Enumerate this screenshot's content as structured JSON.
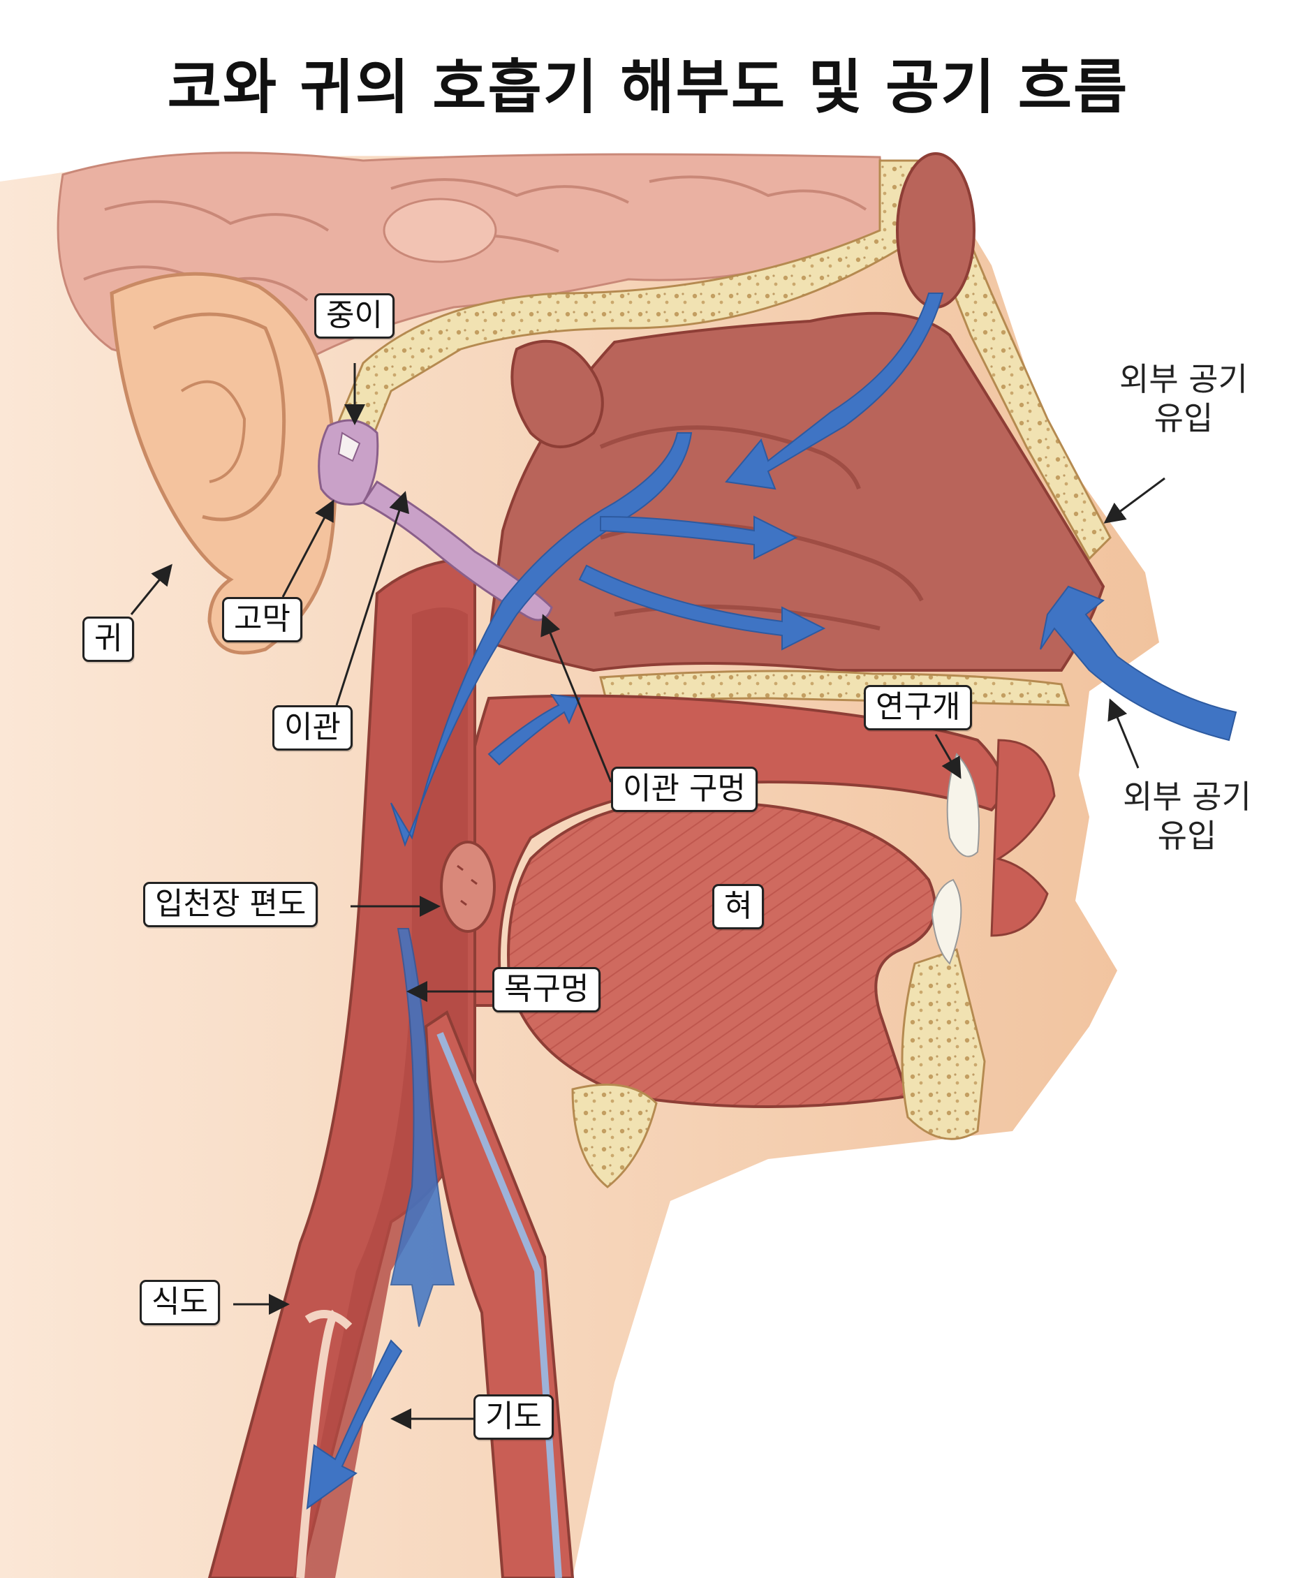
{
  "title": "코와 귀의 호흡기 해부도 및 공기 흐름",
  "labels": {
    "middle_ear": "중이",
    "eardrum": "고막",
    "ear": "귀",
    "eustachian_tube": "이관",
    "eustachian_opening": "이관 구멍",
    "soft_palate": "연구개",
    "tongue": "혀",
    "palatine_tonsil": "입천장 편도",
    "throat_opening": "목구멍",
    "esophagus": "식도",
    "trachea": "기도",
    "air_inflow_nose_line1": "외부 공기",
    "air_inflow_nose_line2": "유입",
    "air_inflow_mouth_line1": "외부 공기",
    "air_inflow_mouth_line2": "유입"
  },
  "colors": {
    "skin": "#f3c9a6",
    "tissue": "#c0564f",
    "cavity": "#b9645a",
    "bone": "#f1e2b2",
    "airflow": "#3f74c4"
  }
}
